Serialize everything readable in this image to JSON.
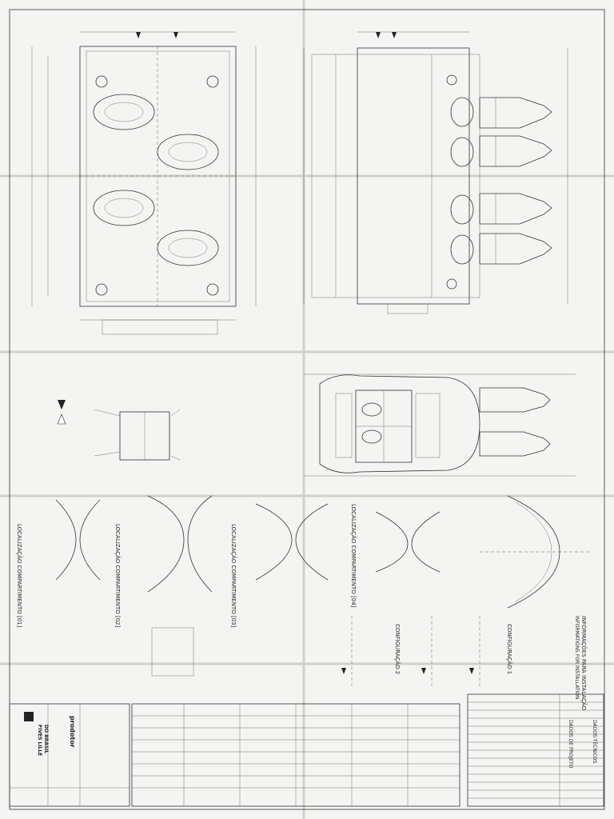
{
  "drawing": {
    "labels": {
      "top_view_note": "",
      "dim_bottom_left": "",
      "dim_bottom_right": "",
      "dim_tank": "",
      "config1": "CONFIGURAÇÃO 1",
      "config2": "CONFIGURAÇÃO 2",
      "section1": "LOCALIZAÇÃO COMPARTIMENTO [01]",
      "section2": "LOCALIZAÇÃO COMPARTIMENTO [02]",
      "section3": "LOCALIZAÇÃO COMPARTIMENTO [03]",
      "section4": "LOCALIZAÇÃO COMPARTIMENTO [04]",
      "legend_title": "",
      "legend_item1": "",
      "legend_item2": "",
      "view_note": "",
      "instructions_title": "INFORMAÇÕES PARA INSTALAÇÃO",
      "instructions_subtitle": "INFORMATIONS FOR INSTALLATION",
      "notes_title": "",
      "end_note_1": "",
      "end_note_2": ""
    },
    "tables": {
      "dados_title": "DADOS DE PROJETO",
      "dados_subtitle": "DADOS TÉCNICOS",
      "rev_rows": [],
      "bom_header": [],
      "bom_rows": []
    },
    "title_block": {
      "company_name": "FIVES LILLE",
      "company_sub": "DO BRASIL",
      "brand": "prodotor",
      "drawing_number": ""
    }
  }
}
